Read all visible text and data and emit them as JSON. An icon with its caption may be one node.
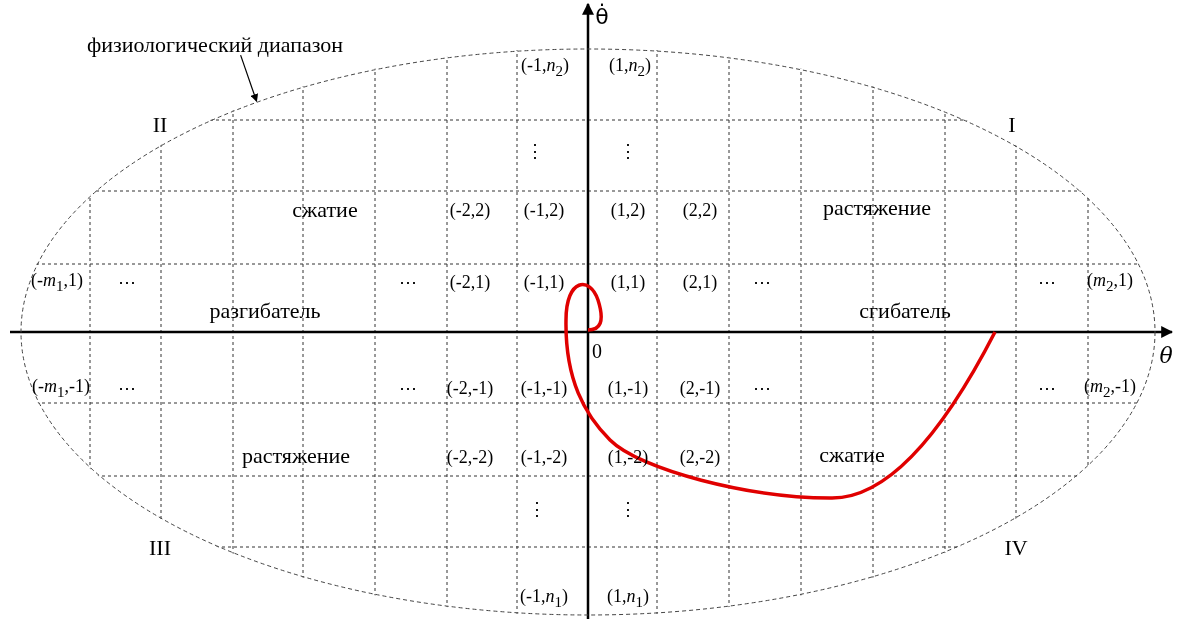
{
  "diagram": {
    "nodes": [
      {
        "text": [
          "физиологический диапазон"
        ]
      },
      {
        "text": [],
        "shape": "ellipse"
      }
    ],
    "edges": [
      {
        "from": 0,
        "to": 1,
        "arrow": "to"
      }
    ],
    "labels": [
      "θ̇",
      "(-1,*n*$_{2}$)",
      "(1,*n*$_{2}$)",
      "II",
      "I",
      "⋮",
      "⋮",
      "сжатие",
      "(-2,2)",
      "(-1,2)",
      "(1,2)",
      "(2,2)",
      "растяжение",
      "(-*m*$_{1}$,1)",
      "⋯",
      "⋯",
      "(-2,1)",
      "(-1,1)",
      "(1,1)",
      "(2,1)",
      "⋯",
      "⋯",
      "(*m*$_{2}$,1)",
      "разгибатель",
      "сгибатель",
      "0",
      "θ",
      "(-*m*$_{1}$,-1)",
      "⋯",
      "⋯",
      "(-2,-1)",
      "(-1,-1)",
      "(1,-1)",
      "(2,-1)",
      "⋯",
      "⋯",
      "(*m*$_{2}$,-1)",
      "растяжение",
      "(-2,-2)",
      "(-1,-2)",
      "(1,-2)",
      "(2,-2)",
      "сжатие",
      "⋮",
      "⋮",
      "III",
      "IV",
      "(-1,*n*$_{1}$)",
      "(1,*n*$_{1}$)"
    ]
  }
}
